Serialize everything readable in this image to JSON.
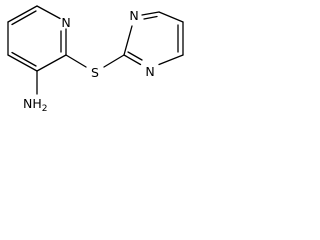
{
  "molecule": {
    "atoms": {
      "n_pyridine": "N",
      "n_pyrimidine_top": "N",
      "n_pyrimidine_bottom": "N",
      "sulfur": "S",
      "amine_main": "NH",
      "amine_sub": "2"
    }
  },
  "colors": {
    "bond": "#000000",
    "text": "#000000",
    "background": "#ffffff"
  }
}
